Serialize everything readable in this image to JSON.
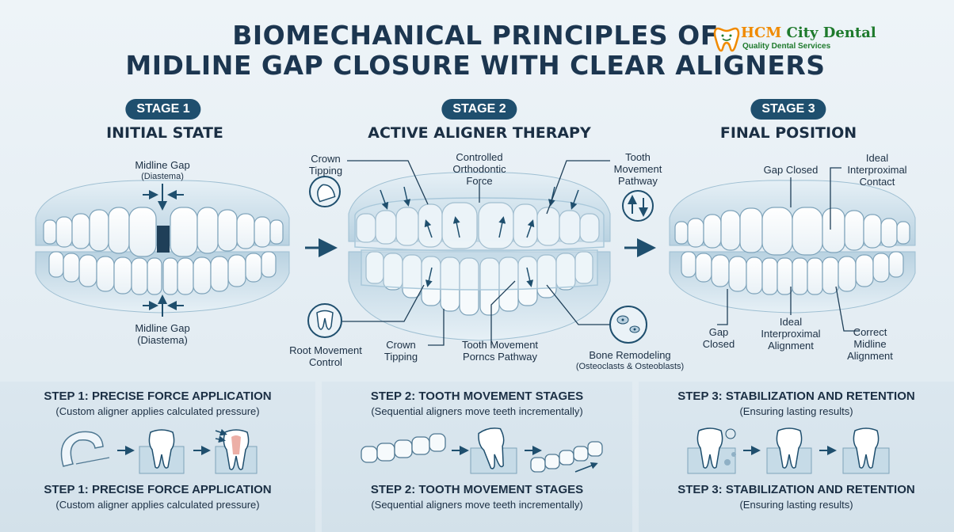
{
  "title": {
    "line1": "BIOMECHANICAL PRINCIPLES OF",
    "line2": "MIDLINE GAP CLOSURE WITH CLEAR ALIGNERS"
  },
  "logo": {
    "name_a": "HCM",
    "name_b": " City Dental",
    "tagline": "Quality Dental Services",
    "icon": "tooth-logo-icon"
  },
  "stages": [
    {
      "badge": "STAGE 1",
      "title": "INITIAL STATE"
    },
    {
      "badge": "STAGE 2",
      "title": "ACTIVE ALIGNER THERAPY"
    },
    {
      "badge": "STAGE 3",
      "title": "FINAL POSITION"
    }
  ],
  "stage1_labels": {
    "top_line1": "Midline Gap",
    "top_line2": "(Diastema)",
    "bottom_line1": "Midline Gap",
    "bottom_line2": "(Diastema)"
  },
  "stage2_labels": {
    "crown_tipping_top_1": "Crown",
    "crown_tipping_top_2": "Tipping",
    "controlled_force_1": "Controlled",
    "controlled_force_2": "Orthodontic",
    "controlled_force_3": "Force",
    "pathway_1": "Tooth",
    "pathway_2": "Movement",
    "pathway_3": "Pathway",
    "root_control_1": "Root Movement",
    "root_control_2": "Control",
    "crown_tipping_bottom_1": "Crown",
    "crown_tipping_bottom_2": "Tipping",
    "pathway_bottom_1": "Tooth Movement",
    "pathway_bottom_2": "Porncs Pathway",
    "bone_1": "Bone Remodeling",
    "bone_2": "(Osteoclasts & Osteoblasts)"
  },
  "stage3_labels": {
    "gap_closed_top": "Gap Closed",
    "ideal_contact_1": "Ideal",
    "ideal_contact_2": "Interproximal",
    "ideal_contact_3": "Contact",
    "gap_closed_bottom_1": "Gap",
    "gap_closed_bottom_2": "Closed",
    "ideal_alignment_1": "Ideal",
    "ideal_alignment_2": "Interproximal",
    "ideal_alignment_3": "Alignment",
    "correct_midline_1": "Correct",
    "correct_midline_2": "Midline",
    "correct_midline_3": "Alignment"
  },
  "steps": [
    {
      "title": "STEP 1: PRECISE FORCE APPLICATION",
      "subtitle": "(Custom aligner applies calculated pressure)",
      "title_repeat": "STEP 1: PRECISE FORCE APPLICATION",
      "subtitle_repeat": "(Custom aligner applies calculated pressure)",
      "icons": [
        "aligner-tray-icon",
        "tooth-in-bone-icon",
        "tooth-cross-section-icon"
      ]
    },
    {
      "title": "STEP 2: TOOTH MOVEMENT STAGES",
      "subtitle": "(Sequential aligners move teeth incrementally)",
      "title_repeat": "STEP 2: TOOTH MOVEMENT STAGES",
      "subtitle_repeat": "(Sequential aligners move teeth incrementally)",
      "icons": [
        "aligner-tray-icon",
        "tilted-tooth-icon",
        "aligned-teeth-icon"
      ]
    },
    {
      "title": "STEP 3: STABILIZATION AND RETENTION",
      "subtitle": "(Ensuring lasting results)",
      "title_repeat": "STEP 3: STABILIZATION AND RETENTION",
      "subtitle_repeat": "(Ensuring lasting results)",
      "icons": [
        "bone-remodeling-tooth-icon",
        "tooth-in-bone-icon",
        "stable-tooth-icon"
      ]
    }
  ],
  "colors": {
    "navy": "#1f4f6e",
    "text": "#1b2f44",
    "gum": "#c6dbe7",
    "tooth": "#ffffff",
    "panel": "#d6e3ec",
    "logo_green": "#1e7a2c",
    "logo_orange": "#f08a00"
  }
}
